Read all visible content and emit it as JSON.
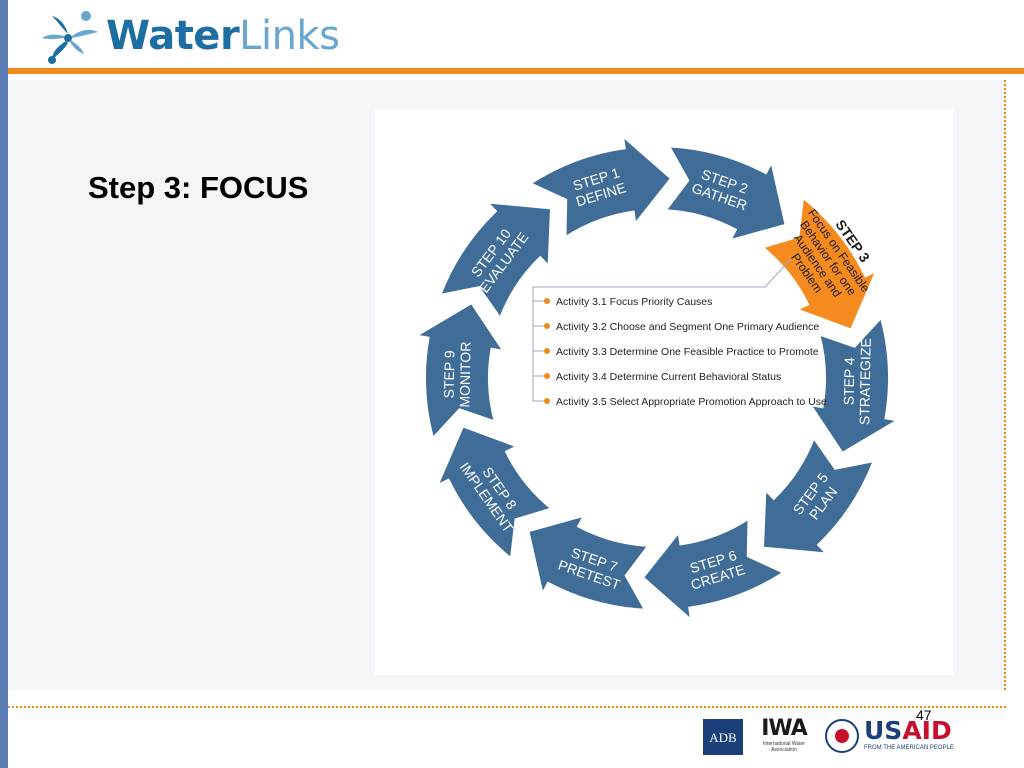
{
  "header": {
    "logo_part1": "Water",
    "logo_part2": "Links"
  },
  "slide": {
    "title": "Step 3:  FOCUS",
    "page_number": "47"
  },
  "diagram": {
    "steps": [
      {
        "l1": "STEP 1",
        "l2": "DEFINE"
      },
      {
        "l1": "STEP 2",
        "l2": "GATHER"
      },
      {
        "l1": "STEP 3",
        "lines": [
          "Focus on Feasible",
          "Behavior for one",
          "Audience and",
          "Problem"
        ]
      },
      {
        "l1": "STEP 4",
        "l2": "STRATEGIZE"
      },
      {
        "l1": "STEP 5",
        "l2": "PLAN"
      },
      {
        "l1": "STEP 6",
        "l2": "CREATE"
      },
      {
        "l1": "STEP 7",
        "l2": "PRETEST"
      },
      {
        "l1": "STEP 8",
        "l2": "IMPLEMENT"
      },
      {
        "l1": "STEP 9",
        "l2": "MONITOR"
      },
      {
        "l1": "STEP 10",
        "l2": "EVALUATE"
      }
    ],
    "activities": [
      "Activity 3.1 Focus Priority Causes",
      "Activity 3.2 Choose and Segment One Primary Audience",
      "Activity 3.3 Determine One Feasible Practice to Promote",
      "Activity 3.4 Determine Current Behavioral Status",
      "Activity 3.5 Select Appropriate Promotion Approach to Use"
    ],
    "colors": {
      "arrow": "#3f6d98",
      "highlight": "#f58b1f",
      "bullet": "#f08a1d",
      "connector": "#9aa9bf"
    }
  },
  "footer": {
    "adb": "ADB",
    "iwa": "IWA",
    "iwa_sub": "International Water Association",
    "usaid_us": "US",
    "usaid_aid": "AID",
    "usaid_tag": "FROM THE AMERICAN PEOPLE"
  }
}
